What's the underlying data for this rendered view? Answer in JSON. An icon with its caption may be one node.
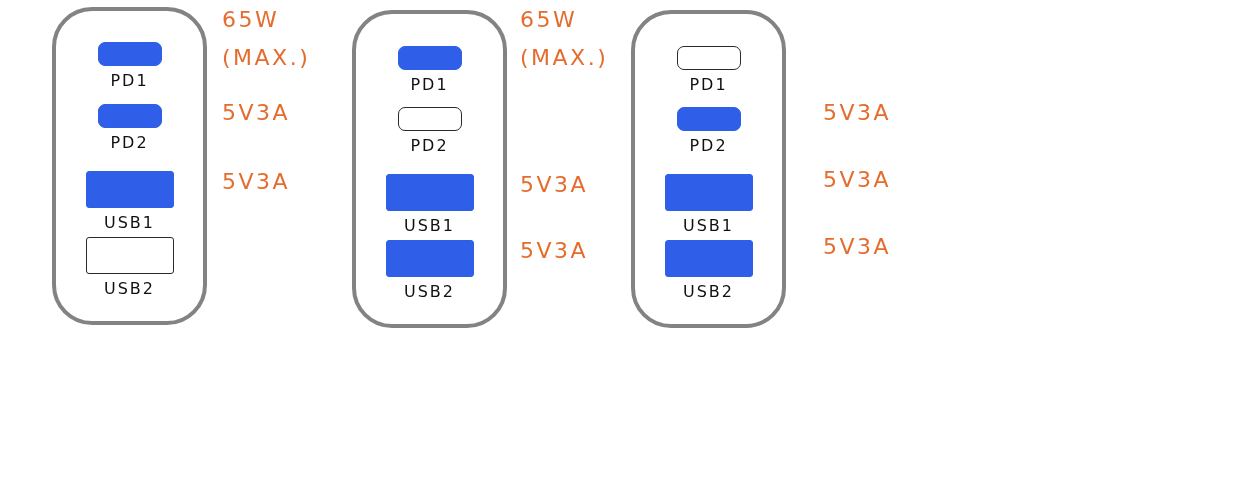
{
  "diagram": {
    "nodes": [
      {
        "text": [],
        "shape": "box"
      },
      {
        "text": [
          "PD1"
        ],
        "in": 0,
        "beside": [
          "65W (MAX.)"
        ]
      },
      {
        "text": [
          "PD2"
        ],
        "in": 0,
        "beside": [
          "5V3A"
        ]
      },
      {
        "text": [
          "USB1"
        ],
        "in": 0,
        "beside": [
          "5V3A"
        ]
      },
      {
        "text": [
          "USB2"
        ],
        "in": 0
      },
      {
        "text": [],
        "shape": "box"
      },
      {
        "text": [
          "PD1"
        ],
        "in": 5,
        "beside": [
          "65W (MAX.)"
        ]
      },
      {
        "text": [
          "PD2"
        ],
        "in": 5
      },
      {
        "text": [
          "USB1"
        ],
        "in": 5,
        "beside": [
          "5V3A"
        ]
      },
      {
        "text": [
          "USB2"
        ],
        "in": 5,
        "beside": [
          "5V3A"
        ]
      },
      {
        "text": [],
        "shape": "box"
      },
      {
        "text": [
          "PD1"
        ],
        "in": 10
      },
      {
        "text": [
          "PD2"
        ],
        "in": 10,
        "beside": [
          "5V3A"
        ]
      },
      {
        "text": [
          "USB1"
        ],
        "in": 10,
        "beside": [
          "5V3A"
        ]
      },
      {
        "text": [
          "USB2"
        ],
        "in": 10,
        "beside": [
          "5V3A"
        ]
      }
    ]
  }
}
